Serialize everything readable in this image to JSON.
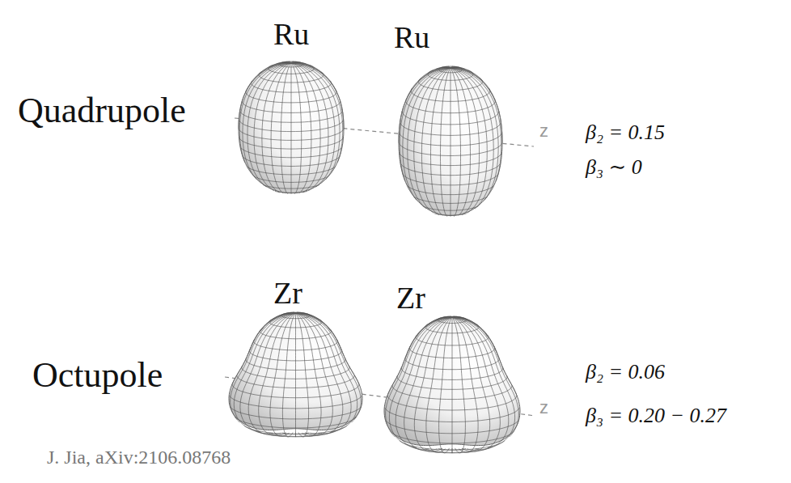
{
  "diagram": {
    "labels": [
      "Ru",
      "Ru",
      "Quadrupole",
      "z",
      "β₂ = 0.15",
      "β₃ ∼ 0",
      "Zr",
      "Zr",
      "Octupole",
      "z",
      "β₂ = 0.06",
      "β₃ = 0.20 − 0.27",
      "J. Jia, aXiv:2106.08768"
    ]
  }
}
